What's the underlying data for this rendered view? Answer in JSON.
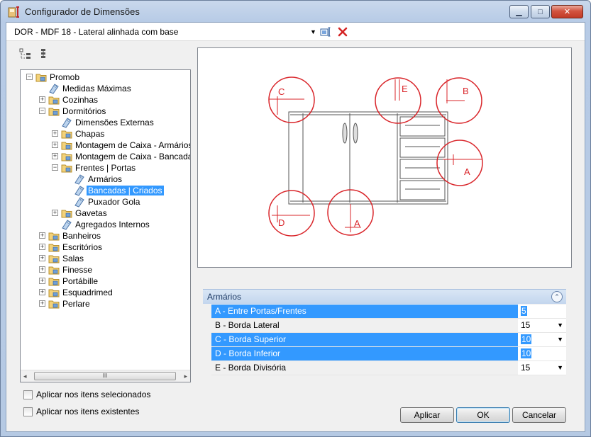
{
  "window": {
    "title": "Configurador de Dimensões",
    "controls": {
      "minimize": "▁",
      "maximize": "□",
      "close": "✕"
    }
  },
  "toolbar": {
    "combo_value": "DOR - MDF 18 - Lateral alinhada com base",
    "combo_arrow": "▼",
    "edit_icon": "edit-label-icon",
    "delete_icon": "delete-x-icon"
  },
  "tree": {
    "nodes": [
      {
        "label": "Promob",
        "level": 0,
        "expander": "−",
        "icon": "folder",
        "selected": false
      },
      {
        "label": "Medidas Máximas",
        "level": 1,
        "expander": "",
        "icon": "tag",
        "selected": false
      },
      {
        "label": "Cozinhas",
        "level": 1,
        "expander": "+",
        "icon": "folder",
        "selected": false
      },
      {
        "label": "Dormitórios",
        "level": 1,
        "expander": "−",
        "icon": "folder",
        "selected": false
      },
      {
        "label": "Dimensões Externas",
        "level": 2,
        "expander": "",
        "icon": "tag",
        "selected": false
      },
      {
        "label": "Chapas",
        "level": 2,
        "expander": "+",
        "icon": "folder",
        "selected": false
      },
      {
        "label": "Montagem de Caixa - Armários",
        "level": 2,
        "expander": "+",
        "icon": "folder",
        "selected": false
      },
      {
        "label": "Montagem de Caixa - Bancadas |",
        "level": 2,
        "expander": "+",
        "icon": "folder",
        "selected": false
      },
      {
        "label": "Frentes | Portas",
        "level": 2,
        "expander": "−",
        "icon": "folder",
        "selected": false
      },
      {
        "label": "Armários",
        "level": 3,
        "expander": "",
        "icon": "tag",
        "selected": false
      },
      {
        "label": "Bancadas | Criados",
        "level": 3,
        "expander": "",
        "icon": "tag",
        "selected": true
      },
      {
        "label": "Puxador Gola",
        "level": 3,
        "expander": "",
        "icon": "tag",
        "selected": false
      },
      {
        "label": "Gavetas",
        "level": 2,
        "expander": "+",
        "icon": "folder",
        "selected": false
      },
      {
        "label": "Agregados Internos",
        "level": 2,
        "expander": "",
        "icon": "tag",
        "selected": false
      },
      {
        "label": "Banheiros",
        "level": 1,
        "expander": "+",
        "icon": "folder",
        "selected": false
      },
      {
        "label": "Escritórios",
        "level": 1,
        "expander": "+",
        "icon": "folder",
        "selected": false
      },
      {
        "label": "Salas",
        "level": 1,
        "expander": "+",
        "icon": "folder",
        "selected": false
      },
      {
        "label": "Finesse",
        "level": 1,
        "expander": "+",
        "icon": "folder",
        "selected": false
      },
      {
        "label": "Portábille",
        "level": 1,
        "expander": "+",
        "icon": "folder",
        "selected": false
      },
      {
        "label": "Esquadrimed",
        "level": 1,
        "expander": "+",
        "icon": "folder",
        "selected": false
      },
      {
        "label": "Perlare",
        "level": 1,
        "expander": "+",
        "icon": "folder",
        "selected": false
      }
    ],
    "scroll": {
      "left": "◂",
      "right": "▸",
      "thumb": "III"
    }
  },
  "options": {
    "apply_selected": "Aplicar nos itens selecionados",
    "apply_existing": "Aplicar nos itens existentes"
  },
  "diagram": {
    "markers": [
      "C",
      "E",
      "B",
      "A",
      "D",
      "A"
    ]
  },
  "properties": {
    "group_title": "Armários",
    "collapse_glyph": "⌃",
    "rows": [
      {
        "name": "A - Entre Portas/Frentes",
        "value": "5",
        "highlight": true,
        "dropdown": false
      },
      {
        "name": "B - Borda Lateral",
        "value": "15",
        "highlight": false,
        "dropdown": true
      },
      {
        "name": "C - Borda Superior",
        "value": "10",
        "highlight": true,
        "dropdown": true
      },
      {
        "name": "D - Borda Inferior",
        "value": "10",
        "highlight": true,
        "dropdown": false
      },
      {
        "name": "E - Borda Divisória",
        "value": "15",
        "highlight": false,
        "dropdown": true
      }
    ],
    "dropdown_glyph": "▼"
  },
  "buttons": {
    "apply": "Aplicar",
    "ok": "OK",
    "cancel": "Cancelar"
  },
  "colors": {
    "accent": "#3399ff",
    "diagram_red": "#d9252a",
    "cabinet_line": "#555555"
  }
}
